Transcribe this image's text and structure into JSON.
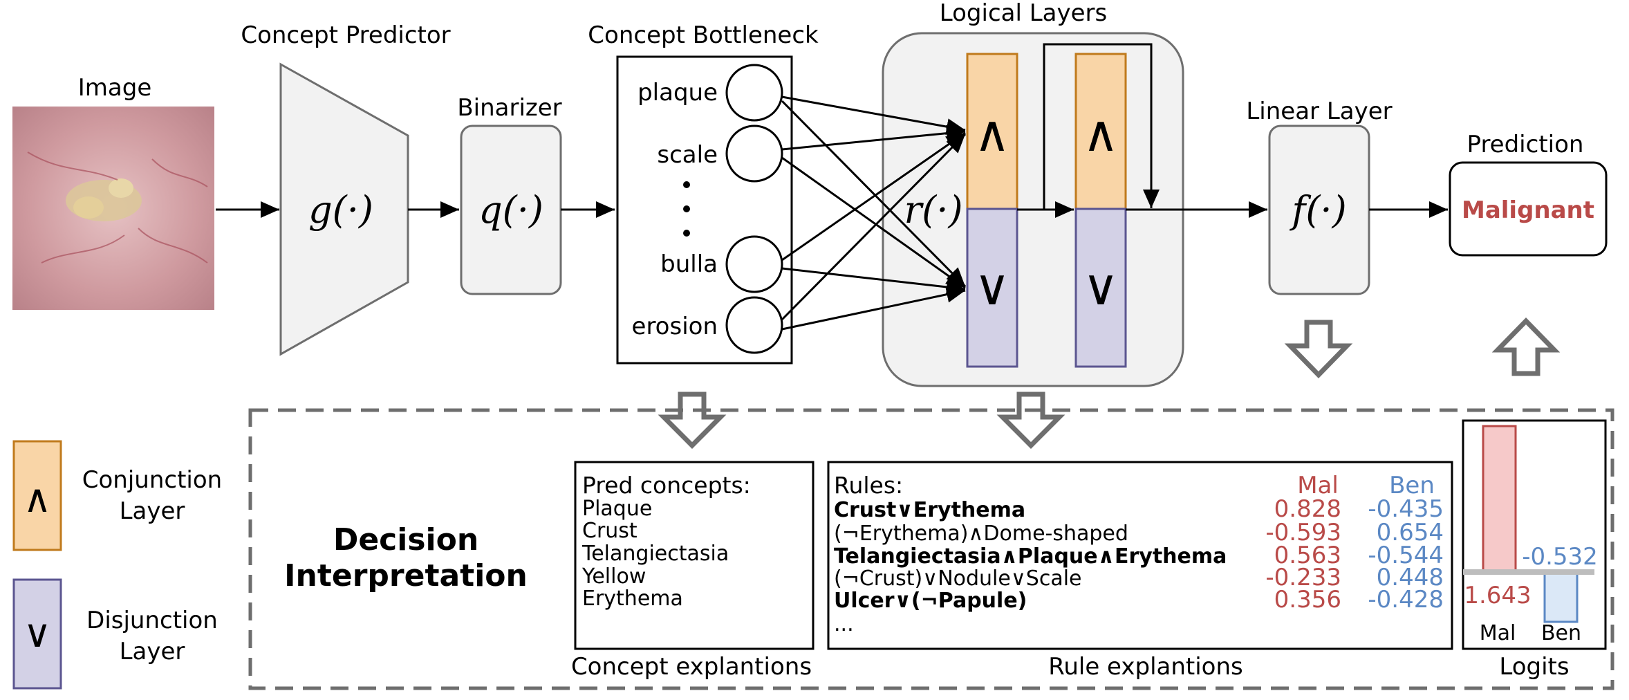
{
  "pipeline": {
    "image_label": "Image",
    "predictor_label": "Concept Predictor",
    "predictor_fn": "g(·)",
    "binarizer_label": "Binarizer",
    "binarizer_fn": "q(·)",
    "bottleneck_label": "Concept Bottleneck",
    "concepts": [
      "plaque",
      "scale",
      "bulla",
      "erosion"
    ],
    "logical_label": "Logical Layers",
    "logical_fn": "r(·)",
    "and_symbol": "∧",
    "or_symbol": "∨",
    "linear_label": "Linear Layer",
    "linear_fn": "f(·)",
    "prediction_label": "Prediction",
    "prediction_value": "Malignant"
  },
  "legend": {
    "conj_line1": "Conjunction",
    "conj_line2": "Layer",
    "disj_line1": "Disjunction",
    "disj_line2": "Layer"
  },
  "interpretation": {
    "title_line1": "Decision",
    "title_line2": "Interpretation",
    "concept_box": {
      "heading": "Pred concepts:",
      "items": [
        "Plaque",
        "Crust",
        "Telangiectasia",
        "Yellow",
        "Erythema"
      ],
      "caption": "Concept explantions"
    },
    "rule_box": {
      "heading": "Rules:",
      "col_mal": "Mal",
      "col_ben": "Ben",
      "rules": [
        {
          "text": "Crust∨Erythema",
          "mal": "0.828",
          "ben": "-0.435"
        },
        {
          "text": "(¬Erythema)∧Dome-shaped",
          "mal": "-0.593",
          "ben": "0.654"
        },
        {
          "text": "Telangiectasia∧Plaque∧Erythema",
          "mal": "0.563",
          "ben": "-0.544"
        },
        {
          "text": "(¬Crust)∨Nodule∨Scale",
          "mal": "-0.233",
          "ben": "0.448"
        },
        {
          "text": "Ulcer∨(¬Papule)",
          "mal": "0.356",
          "ben": "-0.428"
        }
      ],
      "ellipsis": "...",
      "caption": "Rule explantions"
    },
    "logits_box": {
      "caption": "Logits",
      "mal_label": "Mal",
      "ben_label": "Ben",
      "mal_value": "1.643",
      "ben_value": "-0.532"
    }
  },
  "colors": {
    "conj_fill": "#f9d5a7",
    "conj_stroke": "#c07a1c",
    "disj_fill": "#d3d1e6",
    "disj_stroke": "#5b5590",
    "mal": "#b94a48",
    "ben": "#5b88c4",
    "box_fill": "#f2f2f2",
    "box_stroke": "#6e6e6e"
  },
  "icons": [
    "and-icon",
    "or-icon",
    "hollow-arrow-down-icon",
    "hollow-arrow-up-icon"
  ]
}
